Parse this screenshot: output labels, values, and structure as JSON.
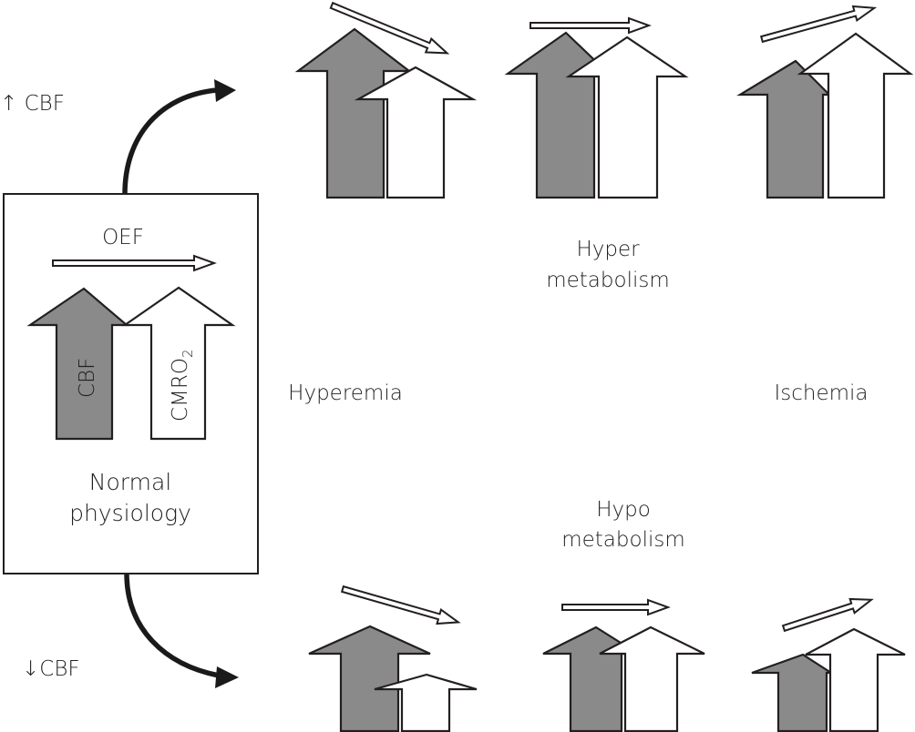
{
  "diagram": {
    "labels": {
      "increased_cbf": "↑ CBF",
      "decreased_cbf": "↓CBF",
      "oef": "OEF",
      "cbf_arrow": "CBF",
      "cmro2_arrow_main": "CMRO",
      "cmro2_arrow_sub": "2",
      "normal_line1": "Normal",
      "normal_line2": "physiology",
      "hyperemia": "Hyperemia",
      "ischemia": "Ischemia",
      "hyper_line1": "Hyper",
      "hyper_line2": "metabolism",
      "hypo_line1": "Hypo",
      "hypo_line2": "metabolism"
    },
    "colors": {
      "cbf_fill": "#8a8a8a",
      "cmro2_fill": "#ffffff",
      "line": "#231f20"
    },
    "states": [
      {
        "id": "normal",
        "cbf": "normal",
        "cmro2": "normal",
        "oef": "normal"
      },
      {
        "id": "high-cbf-hyperemia",
        "cbf": "increased",
        "cmro2": "normal",
        "oef": "decreased"
      },
      {
        "id": "high-cbf-hypermetabolism",
        "cbf": "increased",
        "cmro2": "increased",
        "oef": "normal"
      },
      {
        "id": "high-cbf-ischemia",
        "cbf": "increased",
        "cmro2": "increased",
        "oef": "increased"
      },
      {
        "id": "low-cbf-hyperemia",
        "cbf": "decreased",
        "cmro2": "decreased",
        "oef": "decreased"
      },
      {
        "id": "low-cbf-hypometabolism",
        "cbf": "decreased",
        "cmro2": "decreased",
        "oef": "normal"
      },
      {
        "id": "low-cbf-ischemia",
        "cbf": "decreased",
        "cmro2": "decreased",
        "oef": "increased"
      }
    ]
  }
}
